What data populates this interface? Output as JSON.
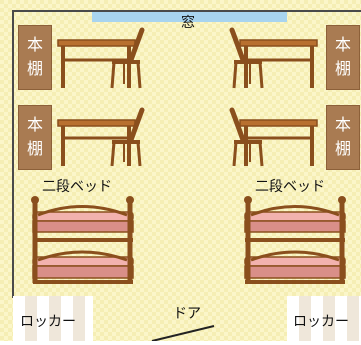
{
  "room": {
    "window_label": "窓",
    "door_label": "ドア",
    "shelf_chars": [
      "本",
      "棚"
    ],
    "bed_label": "二段ベッド",
    "locker_label": "ロッカー"
  },
  "colors": {
    "floor": "#fbf6c9",
    "floor_check": "#f5eeb4",
    "wall": "#4a4a4a",
    "window": "#a8d4ef",
    "wood": "#8a4f1d",
    "wood_light": "#b8702f",
    "shelf": "#a97b52",
    "mattress": "#f2b2ae",
    "mattress_dark": "#d98f88"
  }
}
